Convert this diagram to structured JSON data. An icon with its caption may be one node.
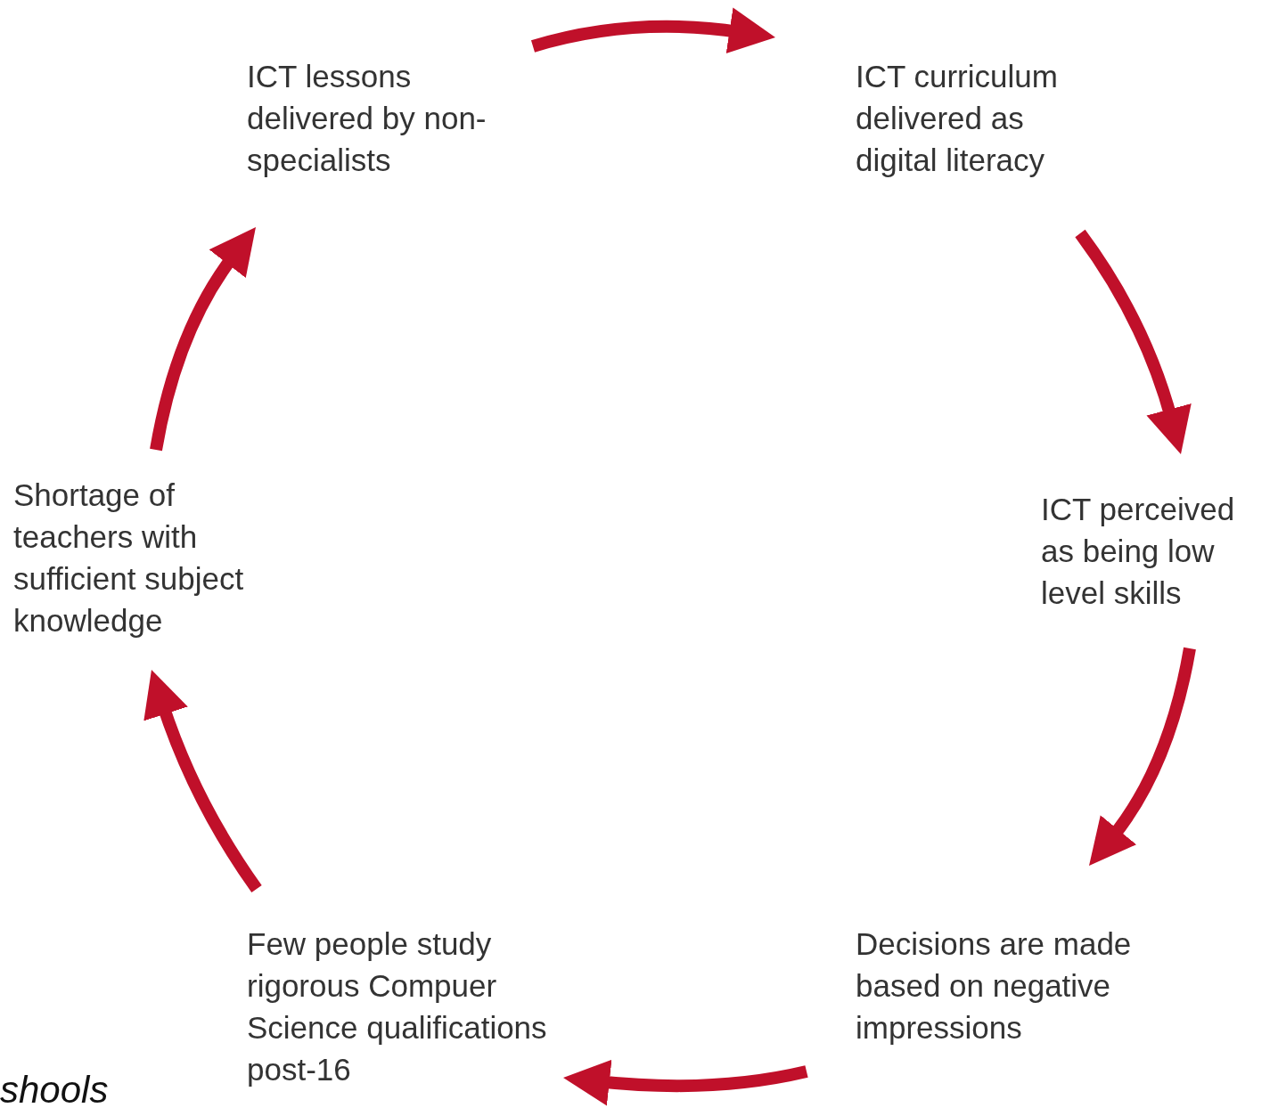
{
  "diagram": {
    "nodes": [
      {
        "text": [
          "ICT lessons delivered by non-specialists"
        ]
      },
      {
        "text": [
          "ICT curriculum delivered as digital literacy"
        ]
      },
      {
        "text": [
          "ICT perceived as being low level skills"
        ]
      },
      {
        "text": [
          "Decisions are made based on negative impressions"
        ]
      },
      {
        "text": [
          "Few people study rigorous Compuer Science qualifications post-16"
        ]
      },
      {
        "text": [
          "Shortage of teachers with sufficient subject knowledge"
        ]
      }
    ],
    "edges": [
      {
        "from": 0,
        "to": 1,
        "arrow": "to"
      },
      {
        "from": 1,
        "to": 2,
        "arrow": "to"
      },
      {
        "from": 2,
        "to": 3,
        "arrow": "to"
      },
      {
        "from": 3,
        "to": 4,
        "arrow": "to"
      },
      {
        "from": 4,
        "to": 5,
        "arrow": "to"
      },
      {
        "from": 5,
        "to": 0,
        "arrow": "to"
      }
    ],
    "labels": [
      "shools"
    ]
  }
}
